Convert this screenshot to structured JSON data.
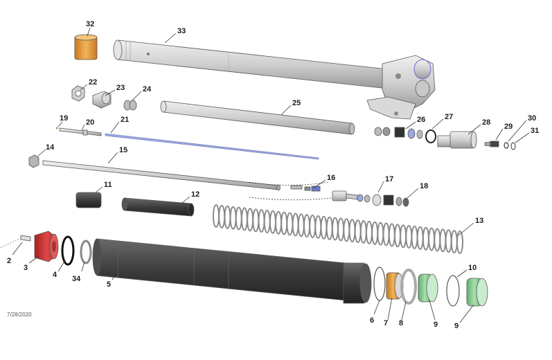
{
  "date_stamp": "7/28/2020",
  "callouts": {
    "c2": "2",
    "c3": "3",
    "c4": "4",
    "c5": "5",
    "c6": "6",
    "c7": "7",
    "c8": "8",
    "c9a": "9",
    "c9b": "9",
    "c10": "10",
    "c11": "11",
    "c12": "12",
    "c13": "13",
    "c14": "14",
    "c15": "15",
    "c16": "16",
    "c17": "17",
    "c18": "18",
    "c19": "19",
    "c20": "20",
    "c21": "21",
    "c22": "22",
    "c23": "23",
    "c24": "24",
    "c25": "25",
    "c26": "26",
    "c27": "27",
    "c28": "28",
    "c29": "29",
    "c30": "30",
    "c31": "31",
    "c32": "32",
    "c33": "33",
    "c34": "34"
  },
  "colors": {
    "metal_light": "#d4d4d4",
    "metal_dark": "#3c3c3c",
    "bronze": "#e59a3a",
    "red_cap": "#d23a3a",
    "green_seal": "#8fce9a",
    "blue_part": "#9aa8e0"
  }
}
